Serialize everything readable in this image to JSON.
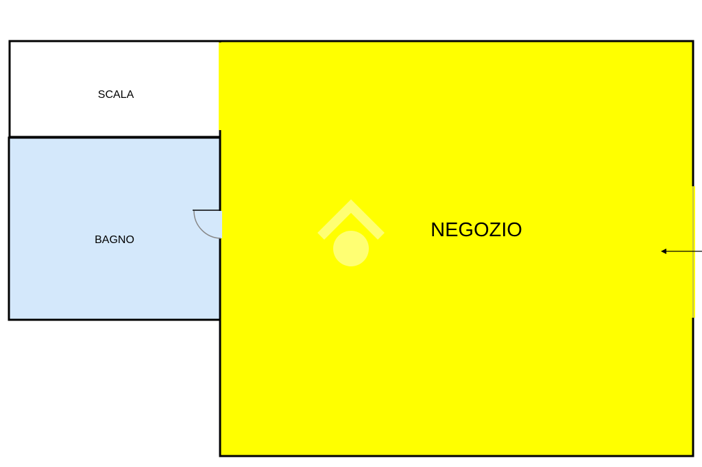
{
  "rooms": {
    "scala": {
      "label": "SCALA",
      "fill": "#ffffff"
    },
    "bagno": {
      "label": "BAGNO",
      "fill": "#d4e8fb"
    },
    "negozio": {
      "label": "NEGOZIO",
      "fill": "#ffff00"
    }
  },
  "colors": {
    "wall": "#000000",
    "door": "#888888",
    "watermark": "#ffffff"
  },
  "icons": {
    "watermark": "watermark-logo-icon",
    "entrance": "entrance-arrow-icon"
  }
}
